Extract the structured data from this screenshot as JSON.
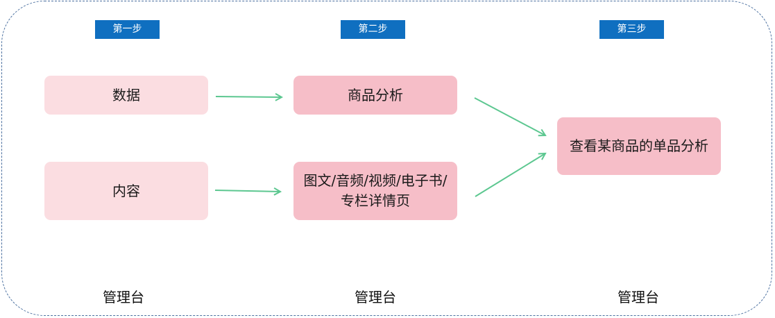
{
  "steps": [
    "第一步",
    "第二步",
    "第三步"
  ],
  "column1": {
    "box1": "数据",
    "box2": "内容"
  },
  "column2": {
    "box1": "商品分析",
    "box2": "图文/音频/视频/电子书/专栏详情页"
  },
  "column3": {
    "box1": "查看某商品的单品分析"
  },
  "footers": [
    "管理台",
    "管理台",
    "管理台"
  ],
  "colors": {
    "step_tag": "#0f6fc0",
    "box_light": "#fbdde1",
    "box_mid": "#f6bec8",
    "arrow": "#5cc790",
    "frame_border": "#4a6f9f"
  }
}
